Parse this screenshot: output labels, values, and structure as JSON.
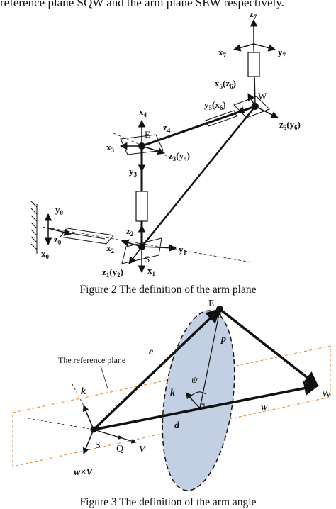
{
  "top_text": "reference plane SQW and the arm plane SEW respectively.",
  "figure2": {
    "caption": "Figure 2 The definition of the arm plane",
    "labels": {
      "z7": "z",
      "z7_sub": "7",
      "x7": "x",
      "x7_sub": "7",
      "y7": "y",
      "y7_sub": "7",
      "x5z6": "x",
      "x5z6_sub": "5",
      "x5z6_rest": "(z",
      "x5z6_sub2": "6",
      "x5z6_end": ")",
      "W": "W",
      "y5x6": "y",
      "y5x6_sub": "5",
      "y5x6_rest": "(x",
      "y5x6_sub2": "6",
      "y5x6_end": ")",
      "z5y6": "z",
      "z5y6_sub": "5",
      "z5y6_rest": "(y",
      "z5y6_sub2": "6",
      "z5y6_end": ")",
      "x4": "x",
      "x4_sub": "4",
      "E": "E",
      "z4": "z",
      "z4_sub": "4",
      "x3": "x",
      "x3_sub": "3",
      "z3y4": "z",
      "z3y4_sub": "3",
      "z3y4_rest": "(y",
      "z3y4_sub2": "4",
      "z3y4_end": ")",
      "y3": "y",
      "y3_sub": "3",
      "y0": "y",
      "y0_sub": "0",
      "z0": "z",
      "z0_sub": "0",
      "x0": "x",
      "x0_sub": "0",
      "z2": "z",
      "z2_sub": "2",
      "x2": "x",
      "x2_sub": "2",
      "y1": "y",
      "y1_sub": "1",
      "S": "S",
      "z1y2": "z",
      "z1y2_sub": "1",
      "z1y2_rest": "(y",
      "z1y2_sub2": "2",
      "z1y2_end": ")",
      "x1": "x",
      "x1_sub": "1"
    }
  },
  "figure3": {
    "caption": "Figure 3 The definition of the arm angle",
    "labels": {
      "E": "E",
      "p": "p",
      "e": "e",
      "ref_plane": "The reference plane",
      "k_left": "k",
      "k_mid": "k",
      "psi": "ψ",
      "W": "W",
      "d": "d",
      "w": "w",
      "S": "S",
      "Q": "Q",
      "V": "V",
      "wxV": "w×V"
    }
  }
}
